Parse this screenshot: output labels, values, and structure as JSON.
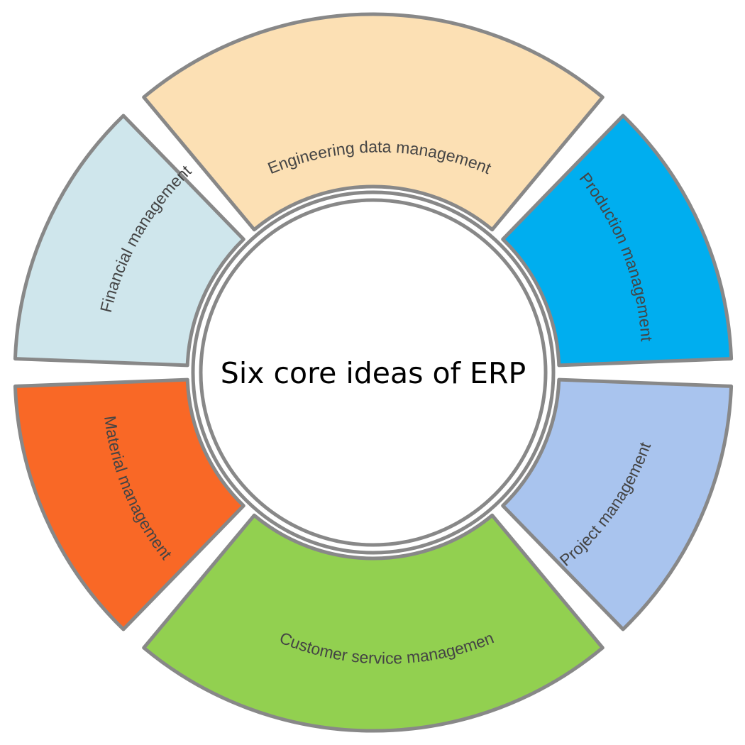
{
  "center": {
    "title": "Six core ideas of ERP"
  },
  "segments": [
    {
      "label": "Engineering data management",
      "color": "#FCE0B4"
    },
    {
      "label": "Production management",
      "color": "#00AEEF"
    },
    {
      "label": "Project management",
      "color": "#A9C4EE"
    },
    {
      "label": "Customer service managemen",
      "color": "#92D050"
    },
    {
      "label": "Material management",
      "color": "#F96826"
    },
    {
      "label": "Financial management",
      "color": "#CFE6EC"
    }
  ],
  "colors": {
    "outline": "#888888",
    "label_text": "#444444",
    "center_fill": "#FFFFFF",
    "center_text": "#000000"
  }
}
